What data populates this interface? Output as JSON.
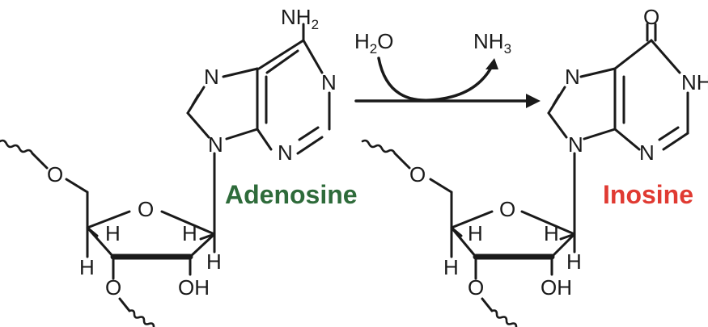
{
  "diagram": {
    "title": "",
    "reaction": {
      "reactant_name": "Adenosine",
      "product_name": "Inosine",
      "reagent_in": "H2O",
      "reagent_out": "NH3"
    },
    "colors": {
      "adenosine": "#2e6b3a",
      "inosine": "#e03a32",
      "bonds": "#1a1a1a"
    },
    "atoms": {
      "nh2": "NH",
      "nh2_sub": "2",
      "n": "N",
      "o": "O",
      "h": "H",
      "oh": "OH",
      "nh": "NH",
      "h2o_h": "H",
      "h2o_sub": "2",
      "h2o_o": "O",
      "nh3_n": "NH",
      "nh3_sub": "3"
    }
  }
}
